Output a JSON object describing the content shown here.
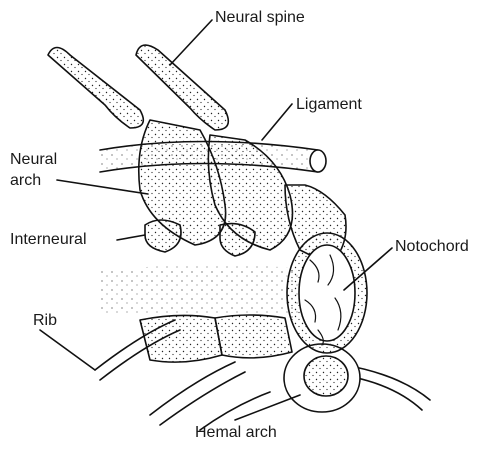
{
  "labels": {
    "neural_spine": "Neural spine",
    "ligament": "Ligament",
    "neural_arch_line1": "Neural",
    "neural_arch_line2": "arch",
    "interneural": "Interneural",
    "notochord": "Notochord",
    "rib": "Rib",
    "hemal_arch": "Hemal arch"
  }
}
